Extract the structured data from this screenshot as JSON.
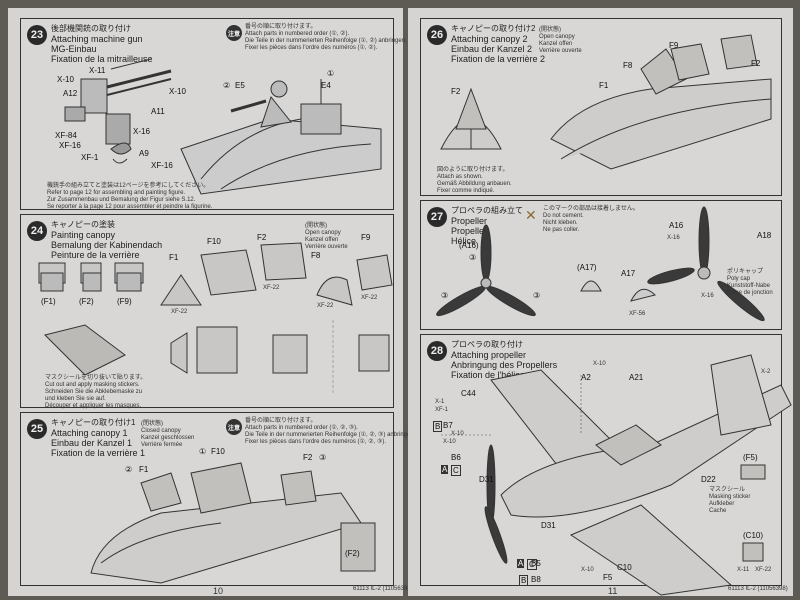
{
  "left_page": {
    "page_number": "10",
    "footer_code": "61113 IL-2 (11056398)",
    "step23": {
      "number": "23",
      "jp": "後部機関銃の取り付け",
      "lines": [
        "Attaching machine gun",
        "MG-Einbau",
        "Fixation de la mitrailleuse"
      ],
      "notes": [
        "番号の順に取り付けます。",
        "Attach parts in numbered order (①, ②).",
        "Die Teile in der nummerierten Reihenfolge (①, ②) anbringen.",
        "Fixer les pièces dans l'ordre des numéros (①, ②)."
      ],
      "paint": [
        "機銃手の組み立てと塗装は12ページを参考にしてください。",
        "Refer to page 12 for assembling and painting figure.",
        "Zur Zusammenbau und Bemalung der Figur siehe S.12.",
        "Se reporter à la page 12 pour assembler et peindre la figurine."
      ],
      "parts": [
        "X-10",
        "X-11",
        "A12",
        "X-10",
        "A11",
        "XF-84",
        "X-16",
        "XF-16",
        "XF-1",
        "A9",
        "XF-16",
        "E5",
        "E4",
        "①",
        "②"
      ]
    },
    "step24": {
      "number": "24",
      "jp": "キャノピーの塗装",
      "lines": [
        "Painting canopy",
        "Bemalung der Kabinendach",
        "Peinture de la verrière"
      ],
      "open_lines": [
        "(開状態)",
        "Open canopy",
        "Kanzel offen",
        "Verrière ouverte"
      ],
      "parts": [
        "F1",
        "F10",
        "F2",
        "F8",
        "F9",
        "(F1)",
        "(F2)",
        "(F9)",
        "XF-22",
        "XF-22",
        "XF-22",
        "XF-22"
      ],
      "mask": [
        "マスクシールを切り抜いて貼ります。",
        "Cut out and apply masking stickers.",
        "Schneiden Sie die Abklebemaske zu",
        "und kleben Sie sie auf.",
        "Découper et appliquer les masques."
      ]
    },
    "step25": {
      "number": "25",
      "jp": "キャノピーの取り付け1",
      "lines": [
        "Attaching canopy 1",
        "Einbau der Kanzel 1",
        "Fixation de la verrière 1"
      ],
      "closed_lines": [
        "(閉状態)",
        "Closed canopy",
        "Kanzel geschlossen",
        "Verrière fermée"
      ],
      "notes": [
        "番号の順に取り付けます。",
        "Attach parts in numbered order (①, ②, ③).",
        "Die Teile in der nummerierten Reihenfolge (①, ②, ③) anbringen.",
        "Fixer les pièces dans l'ordre des numéros (①, ②, ③)."
      ],
      "parts": [
        "①",
        "F10",
        "②",
        "F1",
        "F2",
        "③",
        "(F2)"
      ]
    }
  },
  "right_page": {
    "page_number": "11",
    "footer_code": "61113 IL-2 (11056398)",
    "step26": {
      "number": "26",
      "jp": "キャノピーの取り付け2",
      "lines": [
        "Attaching canopy 2",
        "Einbau der Kanzel 2",
        "Fixation de la verrière 2"
      ],
      "open_lines": [
        "(開状態)",
        "Open canopy",
        "Kanzel offen",
        "Verrière ouverte"
      ],
      "parts": [
        "F9",
        "F2",
        "F8",
        "F1",
        "F2"
      ],
      "note": [
        "図のように取り付けます。",
        "Attach as shown.",
        "Gemäß Abbildung anbauen.",
        "Fixer comme indiqué."
      ]
    },
    "step27": {
      "number": "27",
      "jp": "プロペラの組み立て",
      "lines": [
        "Propeller",
        "Propeller",
        "Hélice"
      ],
      "glue": [
        "このマークの部品は接着しません。",
        "Do not cement.",
        "Nicht kleben.",
        "Ne pas coller."
      ],
      "parts": [
        "(A16)",
        "(A17)",
        "A16",
        "A17",
        "A18",
        "X-16",
        "X-16",
        "XF-56",
        "③",
        "③",
        "③"
      ],
      "cap": [
        "ポリキャップ",
        "Poly cap",
        "Kunststoff-Nabe",
        "Pièce de jonction"
      ]
    },
    "step28": {
      "number": "28",
      "jp": "プロペラの取り付け",
      "lines": [
        "Attaching propeller",
        "Anbringung des Propellers",
        "Fixation de l'hélice"
      ],
      "parts": [
        "A2",
        "A21",
        "C44",
        "B7",
        "X-10",
        "B6",
        "D31",
        "D22",
        "D31",
        "B5",
        "C10",
        "B8",
        "F5",
        "(F5)",
        "(C10)",
        "X-10",
        "X-10",
        "X-10",
        "X-1",
        "XF-1",
        "X-11",
        "XF-22",
        "X-2"
      ],
      "mask": [
        "マスクシール",
        "Masking sticker",
        "Aufkleber",
        "Cache"
      ],
      "ac_labels": [
        "A",
        "C",
        "A",
        "C",
        "B",
        "B"
      ]
    }
  }
}
